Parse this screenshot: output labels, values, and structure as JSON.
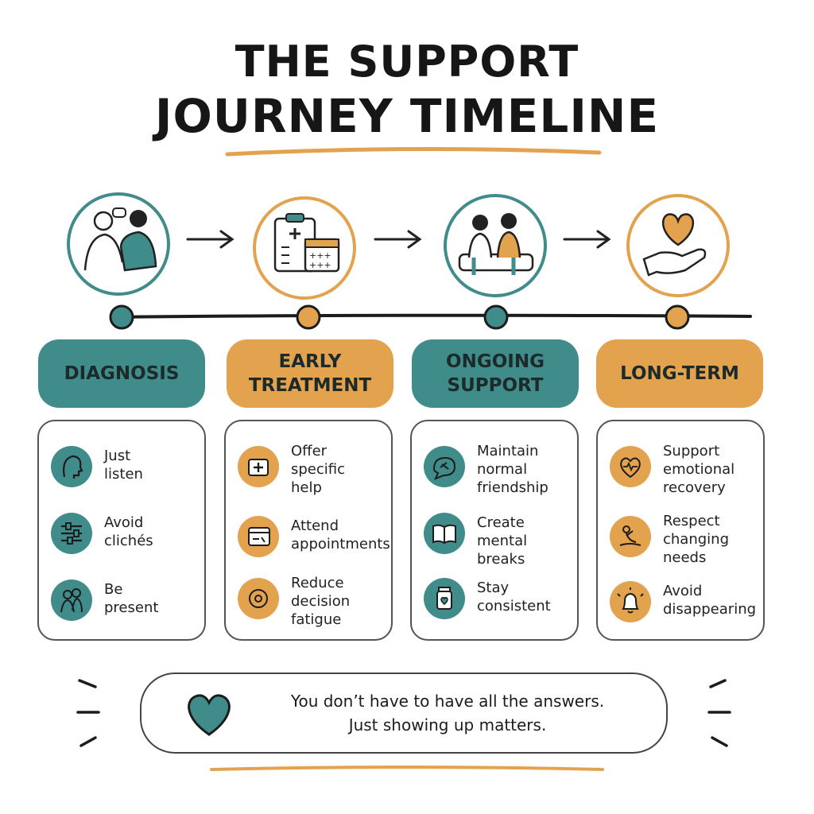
{
  "title": {
    "line1": "THE SUPPORT",
    "line2": "JOURNEY TIMELINE"
  },
  "colors": {
    "teal": "#3f8c8a",
    "orange": "#e3a24e",
    "dark": "#1c1c1c"
  },
  "stages": [
    {
      "label": "DIAGNOSIS",
      "color": "teal",
      "illustration": "two-people-talking-icon",
      "items": [
        {
          "icon": "listening-head-icon",
          "text": "Just\nlisten"
        },
        {
          "icon": "sliders-icon",
          "text": "Avoid\nclichés"
        },
        {
          "icon": "companion-icon",
          "text": "Be\npresent"
        }
      ]
    },
    {
      "label": "EARLY\nTREATMENT",
      "color": "orange",
      "illustration": "clipboard-calendar-icon",
      "items": [
        {
          "icon": "medical-kit-icon",
          "text": "Offer\nspecific\nhelp"
        },
        {
          "icon": "calendar-note-icon",
          "text": "Attend\nappointments"
        },
        {
          "icon": "brain-calm-icon",
          "text": "Reduce\ndecision\nfatigue"
        }
      ]
    },
    {
      "label": "ONGOING\nSUPPORT",
      "color": "teal",
      "illustration": "friends-on-couch-icon",
      "items": [
        {
          "icon": "chat-heart-icon",
          "text": "Maintain\nnormal\nfriendship"
        },
        {
          "icon": "book-icon",
          "text": "Create\nmental breaks"
        },
        {
          "icon": "jar-heart-icon",
          "text": "Stay\nconsistent"
        }
      ]
    },
    {
      "label": "LONG-TERM",
      "color": "orange",
      "illustration": "hand-holding-heart-icon",
      "items": [
        {
          "icon": "heartbeat-icon",
          "text": "Support\nemotional\nrecovery"
        },
        {
          "icon": "stretching-person-icon",
          "text": "Respect\nchanging\nneeds"
        },
        {
          "icon": "bell-icon",
          "text": "Avoid\ndisappearing"
        }
      ]
    }
  ],
  "message": {
    "line1": "You don’t have to have all the answers.",
    "line2": "Just showing up matters.",
    "icon": "heart-icon"
  }
}
